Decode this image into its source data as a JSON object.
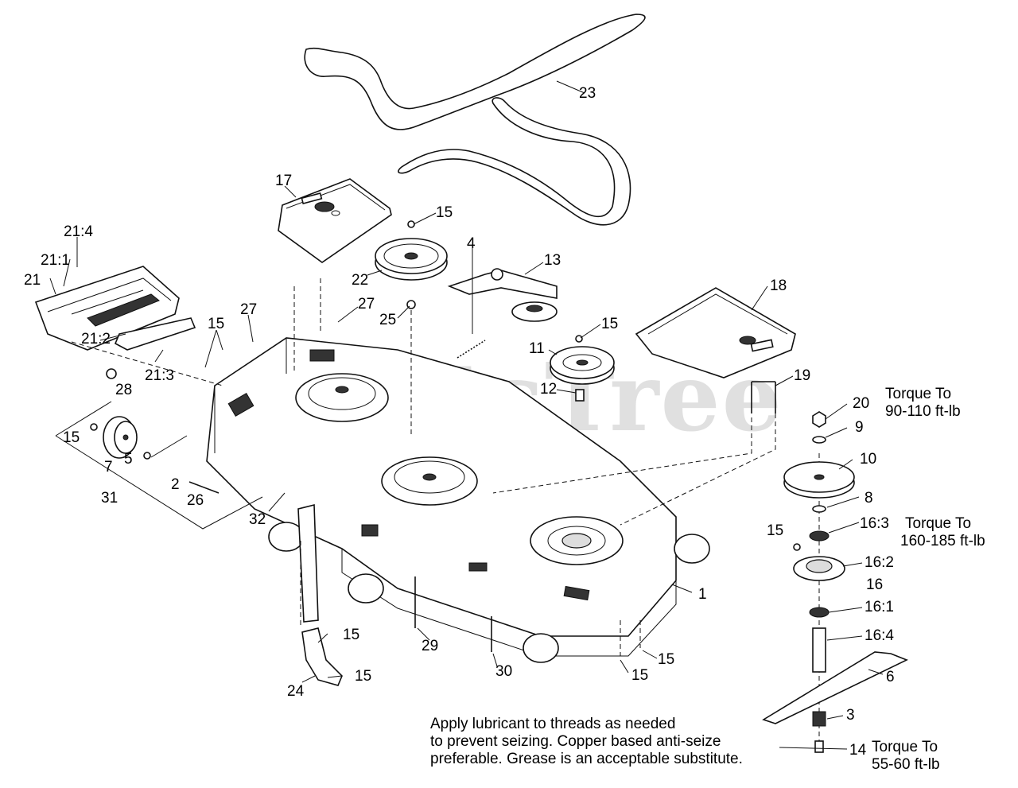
{
  "watermark": "PartsTree",
  "labels": [
    "23",
    "17",
    "15",
    "13",
    "22",
    "25",
    "4",
    "18",
    "15",
    "11",
    "12",
    "19",
    "21:4",
    "21:1",
    "21",
    "27",
    "27",
    "15",
    "21:2",
    "21:3",
    "28",
    "20",
    "9",
    "10",
    "8",
    "16:3",
    "16:2",
    "16",
    "15",
    "16:1",
    "16:4",
    "6",
    "3",
    "14",
    "15",
    "7",
    "5",
    "31",
    "2",
    "26",
    "32",
    "1",
    "15",
    "15",
    "24",
    "29",
    "30",
    "15",
    "15"
  ],
  "torque_notes": {
    "nut": [
      "Torque To",
      "90-110 ft-lb"
    ],
    "spindle": [
      "Torque To",
      "160-185 ft-lb"
    ],
    "bolt": [
      "Torque To",
      "55-60 ft-lb"
    ]
  },
  "lubricant_note": [
    "Apply lubricant to threads as needed",
    "to prevent seizing. Copper based anti-seize",
    "preferable. Grease is an acceptable substitute."
  ]
}
